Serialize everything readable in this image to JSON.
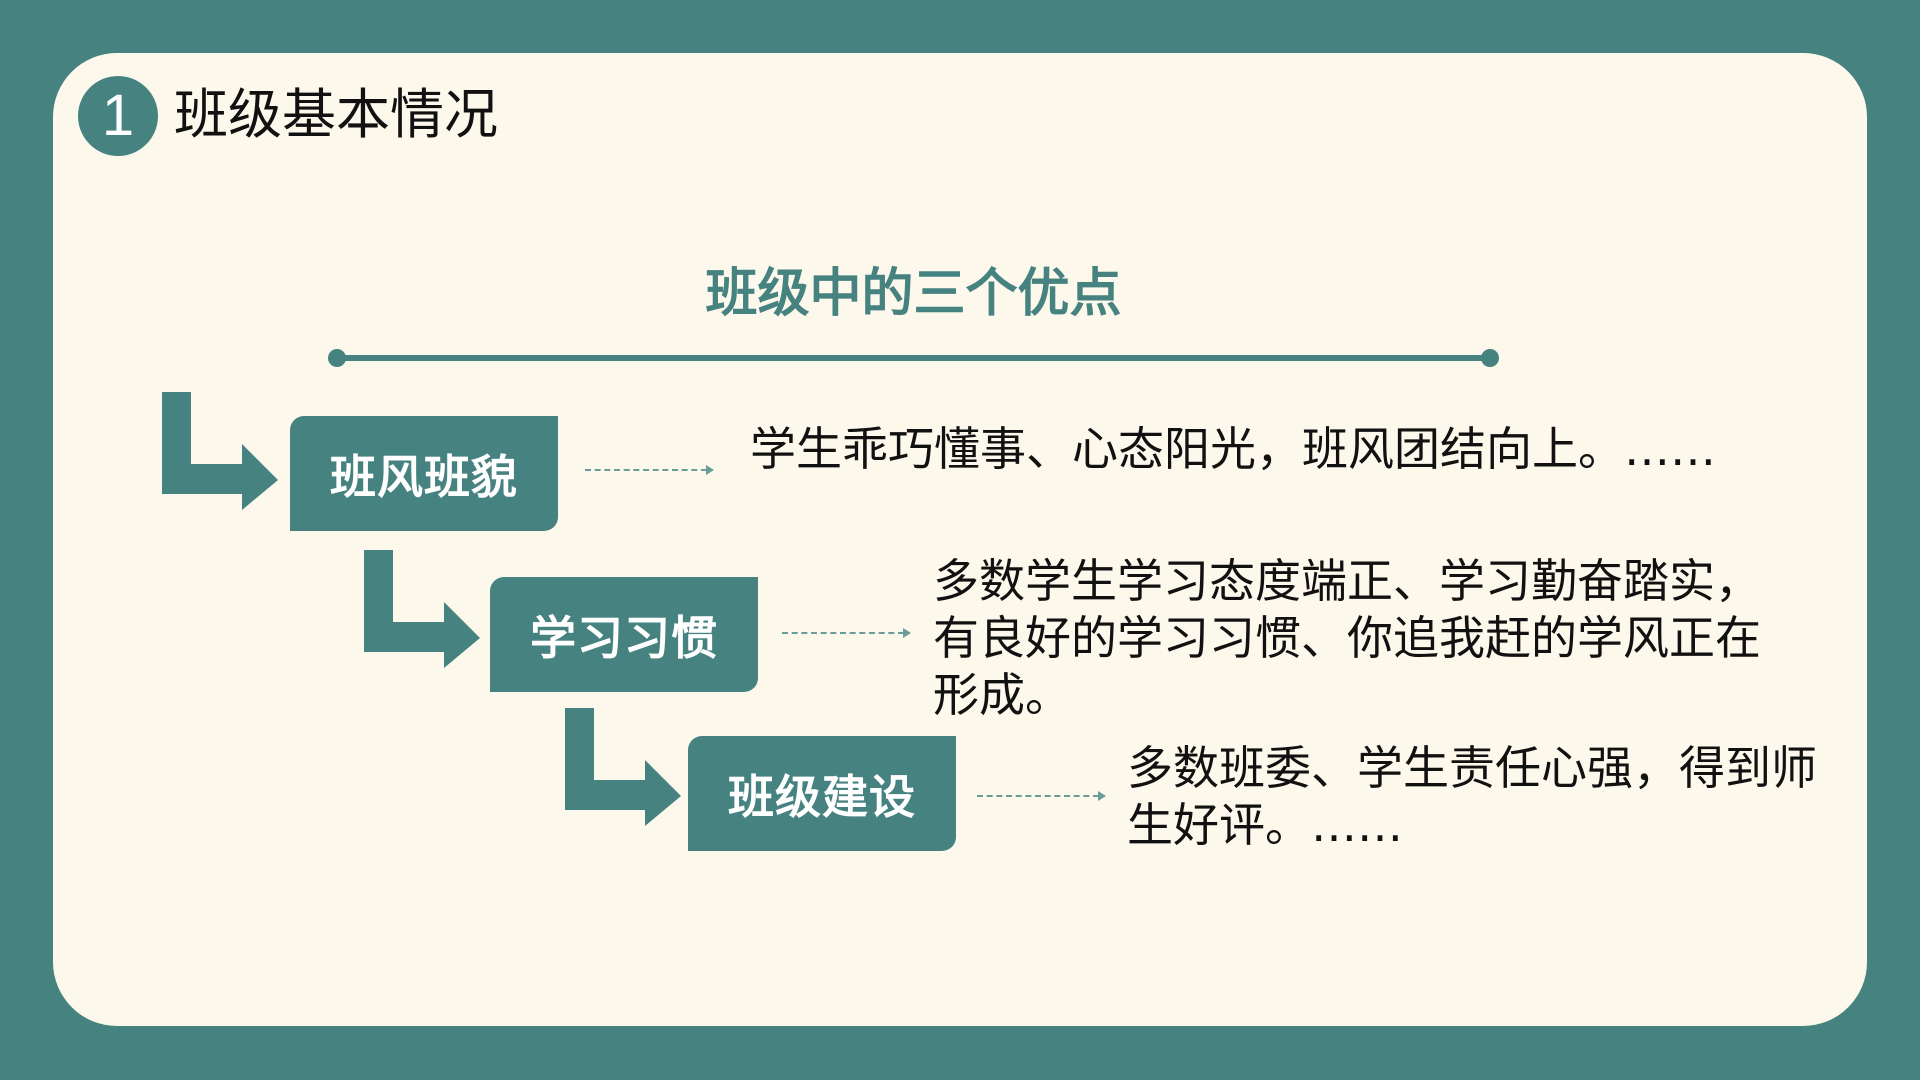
{
  "header": {
    "number": "1",
    "title": "班级基本情况"
  },
  "subtitle": "班级中的三个优点",
  "items": [
    {
      "label": "班风班貌",
      "description": "学生乖巧懂事、心态阳光，班风团结向上。……"
    },
    {
      "label": "学习习惯",
      "description": "多数学生学习态度端正、学习勤奋踏实，有良好的学习习惯、你追我赶的学风正在形成。"
    },
    {
      "label": "班级建设",
      "description": "多数班委、学生责任心强，得到师生好评。……"
    }
  ],
  "colors": {
    "accent": "#468280",
    "background": "#fdf8ec"
  }
}
